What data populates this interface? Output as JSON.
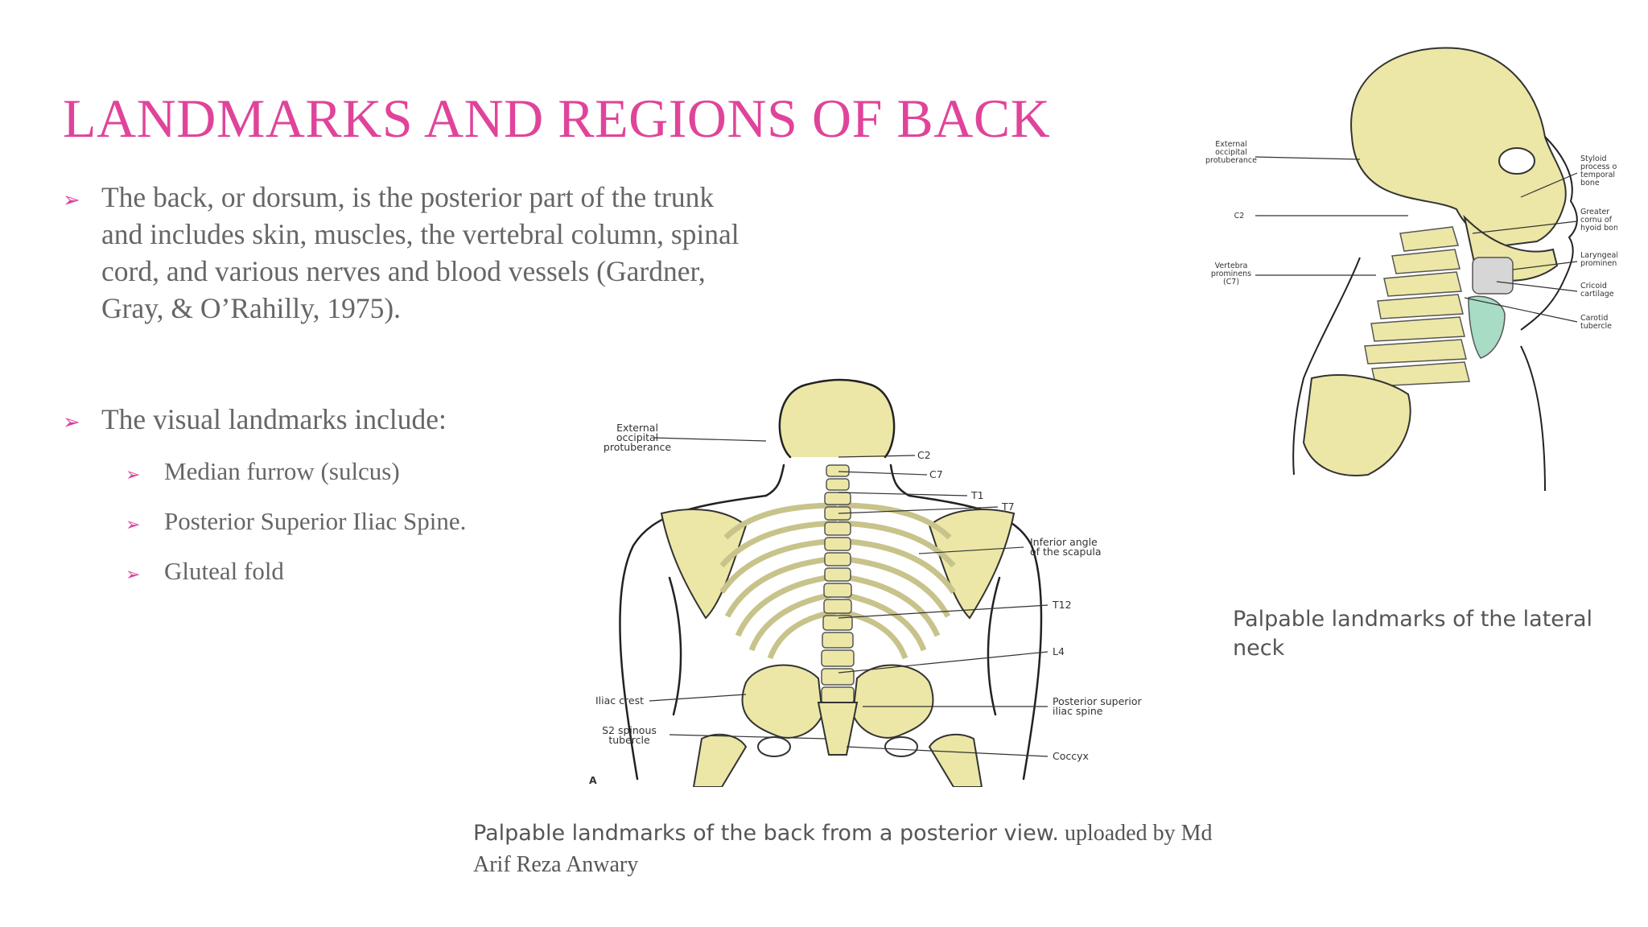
{
  "slide": {
    "title": "LANDMARKS AND REGIONS OF BACK",
    "bullets": [
      "The back, or dorsum, is the posterior part of the trunk and includes skin, muscles, the vertebral column, spinal cord, and various nerves and blood vessels (Gardner, Gray, & O’Rahilly, 1975).",
      "The visual landmarks include:"
    ],
    "sub_bullets": [
      "Median furrow (sulcus)",
      "Posterior Superior Iliac Spine.",
      "Gluteal fold"
    ],
    "bullet_marker": "➢"
  },
  "back_figure": {
    "labels": {
      "ext_occ": [
        "External",
        "occipital",
        "protuberance"
      ],
      "c2": "C2",
      "c7": "C7",
      "t1": "T1",
      "t7": "T7",
      "inf_angle": [
        "Inferior angle",
        "of the scapula"
      ],
      "t12": "T12",
      "l4": "L4",
      "iliac_crest": "Iliac crest",
      "psis": [
        "Posterior superior",
        "iliac spine"
      ],
      "s2": [
        "S2 spinous",
        "tubercle"
      ],
      "coccyx": "Coccyx",
      "panel": "A"
    },
    "caption_main": "Palpable landmarks of the back from a posterior view.",
    "caption_credit": " uploaded by Md Arif Reza Anwary"
  },
  "neck_figure": {
    "labels": {
      "ext_occ": [
        "External",
        "occipital",
        "protuberance"
      ],
      "c2": "C2",
      "vp": [
        "Vertebra",
        "prominens",
        "(C7)"
      ],
      "styloid": [
        "Styloid",
        "process of",
        "temporal",
        "bone"
      ],
      "hyoid": [
        "Greater",
        "cornu of",
        "hyoid bone"
      ],
      "laryngeal": [
        "Laryngeal",
        "prominence"
      ],
      "cricoid": [
        "Cricoid",
        "cartilage"
      ],
      "carotid": [
        "Carotid",
        "tubercle"
      ]
    },
    "caption": "Palpable landmarks of the lateral neck"
  },
  "colors": {
    "title": "#e0449a",
    "bullet_marker": "#d9409a",
    "body_text": "#666666",
    "bone": "#ece7a6",
    "outline": "#222222"
  }
}
